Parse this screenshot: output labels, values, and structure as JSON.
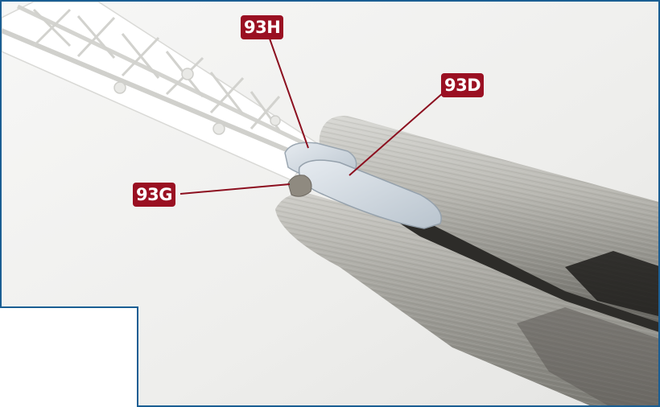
{
  "labels": {
    "part_93h": "93H",
    "part_93d": "93D",
    "part_93g": "93G"
  },
  "colors": {
    "label_background": "#9a1022",
    "label_text": "#ffffff",
    "frame_border": "#1a5e93",
    "leader_line": "#8c0f1f"
  }
}
